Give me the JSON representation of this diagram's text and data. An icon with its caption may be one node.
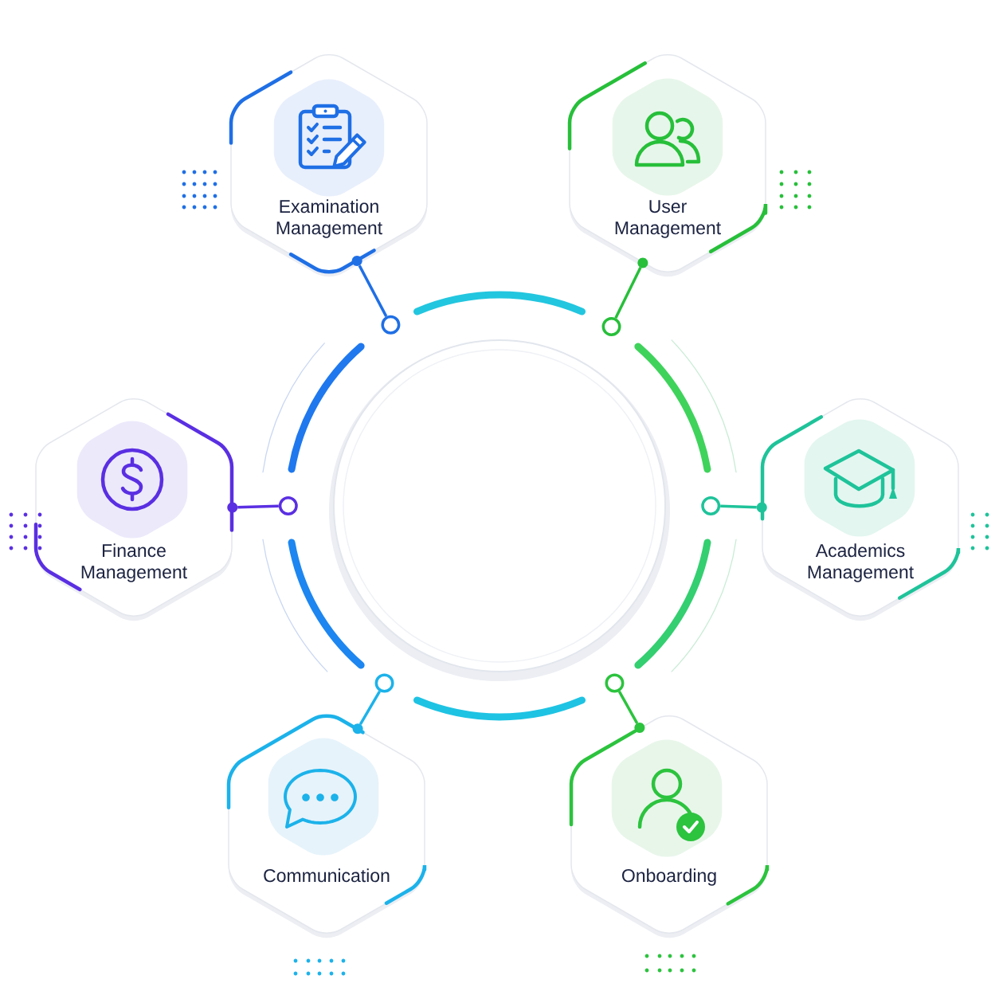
{
  "diagram": {
    "nodes": [
      {
        "text": [],
        "shape": "circle"
      },
      {
        "text": [
          "Examination Management"
        ]
      },
      {
        "text": [
          "User Management"
        ]
      },
      {
        "text": [
          "Finance Management"
        ]
      },
      {
        "text": [
          "Academics Management"
        ]
      },
      {
        "text": [
          "Communication"
        ]
      },
      {
        "text": [
          "Onboarding"
        ]
      }
    ],
    "edges": [
      {
        "from": 1,
        "to": 0,
        "arrow": "other",
        "color": "#1f6fe5"
      },
      {
        "from": 2,
        "to": 0,
        "arrow": "other",
        "color": "#27bf3a"
      },
      {
        "from": 3,
        "to": 0,
        "arrow": "other",
        "color": "#5a2fe2"
      },
      {
        "from": 4,
        "to": 0,
        "arrow": "other",
        "color": "#1fc39a"
      },
      {
        "from": 5,
        "to": 0,
        "arrow": "other",
        "color": "#1cb2ea"
      },
      {
        "from": 6,
        "to": 0,
        "arrow": "other",
        "color": "#2cc33e"
      }
    ]
  }
}
